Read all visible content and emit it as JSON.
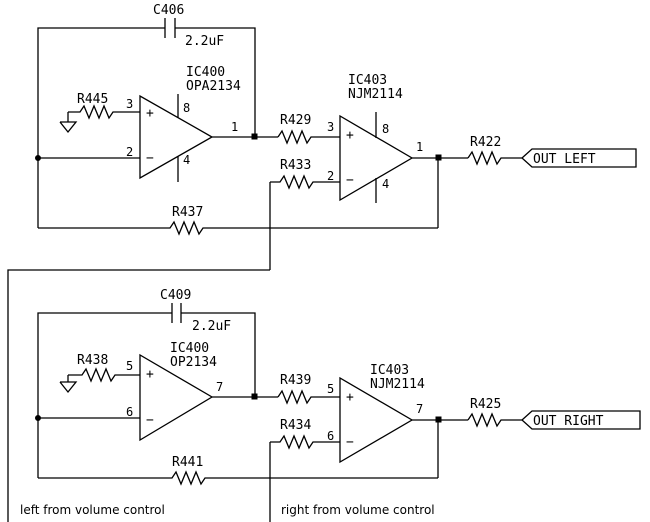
{
  "top": {
    "cap": {
      "ref": "C406",
      "value": "2.2uF"
    },
    "opamp1": {
      "ref": "IC400",
      "part": "OPA2134",
      "pin_plus": "3",
      "pin_minus": "2",
      "pin_out": "1",
      "pin_vp": "8",
      "pin_vn": "4"
    },
    "opamp2": {
      "ref": "IC403",
      "part": "NJM2114",
      "pin_plus": "3",
      "pin_minus": "2",
      "pin_out": "1",
      "pin_vp": "8",
      "pin_vn": "4"
    },
    "r_ground": "R445",
    "r_in_plus": "R429",
    "r_in_minus": "R433",
    "r_feedback": "R437",
    "r_out": "R422",
    "output_label": "OUT LEFT"
  },
  "bottom": {
    "cap": {
      "ref": "C409",
      "value": "2.2uF"
    },
    "opamp1": {
      "ref": "IC400",
      "part": "OP2134",
      "pin_plus": "5",
      "pin_minus": "6",
      "pin_out": "7"
    },
    "opamp2": {
      "ref": "IC403",
      "part": "NJM2114",
      "pin_plus": "5",
      "pin_minus": "6",
      "pin_out": "7"
    },
    "r_ground": "R438",
    "r_in_plus": "R439",
    "r_in_minus": "R434",
    "r_feedback": "R441",
    "r_out": "R425",
    "output_label": "OUT RIGHT"
  },
  "captions": {
    "left": "left from volume control",
    "right": "right from volume control"
  }
}
